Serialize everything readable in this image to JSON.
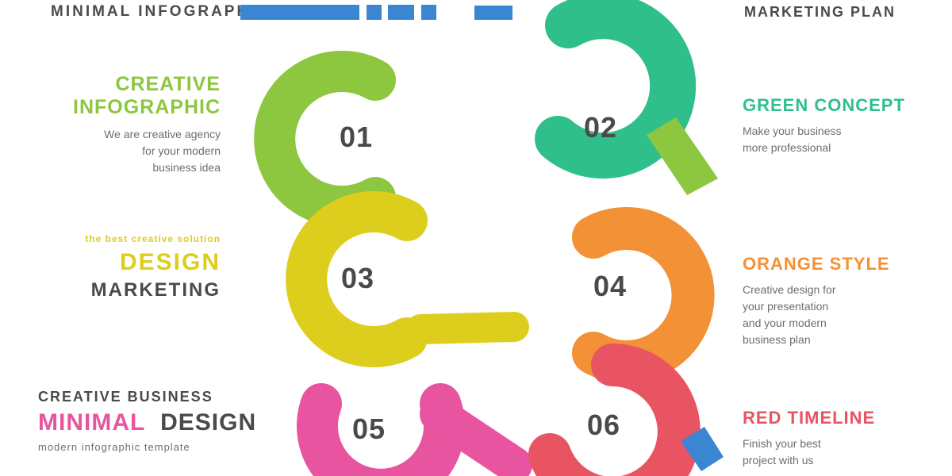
{
  "colors": {
    "blue": "#3a86d3",
    "teal": "#2fbf8b",
    "green": "#8dc63f",
    "yellow": "#ddce1e",
    "orange": "#f29136",
    "pink": "#e8549f",
    "red": "#e85462",
    "dark": "#4a4a4a",
    "gray": "#6e6e6e"
  },
  "header": {
    "title_left": "MINIMAL INFOGRAPHIC",
    "title_right": "MARKETING PLAN"
  },
  "steps": {
    "s1": {
      "num": "01",
      "heading1": "CREATIVE",
      "heading2": "INFOGRAPHIC",
      "body1": "We are creative agency",
      "body2": "for your modern",
      "body3": "business idea"
    },
    "s2": {
      "num": "02",
      "heading": "GREEN CONCEPT",
      "body1": "Make your business",
      "body2": "more professional"
    },
    "s3": {
      "num": "03",
      "kicker": "the best creative solution",
      "heading": "DESIGN",
      "subheading": "MARKETING"
    },
    "s4": {
      "num": "04",
      "heading": "ORANGE STYLE",
      "body1": "Creative design for",
      "body2": "your presentation",
      "body3": "and your modern",
      "body4": "business plan"
    },
    "s5": {
      "num": "05",
      "top": "CREATIVE BUSINESS",
      "heading_accent": "MINIMAL",
      "heading_rest": "DESIGN",
      "caption": "modern infographic template"
    },
    "s6": {
      "num": "06",
      "heading": "RED TIMELINE",
      "body1": "Finish your best",
      "body2": "project with us"
    }
  }
}
